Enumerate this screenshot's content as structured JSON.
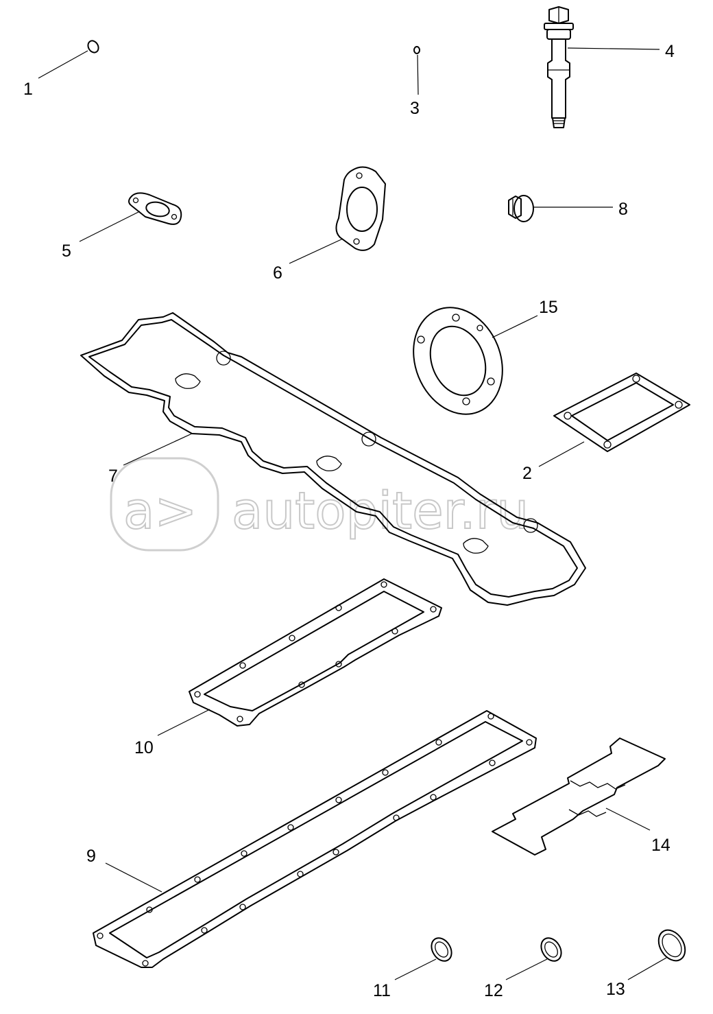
{
  "callouts": {
    "c1": "1",
    "c2": "2",
    "c3": "3",
    "c4": "4",
    "c5": "5",
    "c6": "6",
    "c7": "7",
    "c8": "8",
    "c9": "9",
    "c10": "10",
    "c11": "11",
    "c12": "12",
    "c13": "13",
    "c14": "14",
    "c15": "15"
  },
  "watermark": {
    "logo_glyph": "a>",
    "text": "autopiter.ru",
    "color": "#c8c8c8"
  },
  "colors": {
    "line": "#000000",
    "background": "#ffffff"
  }
}
